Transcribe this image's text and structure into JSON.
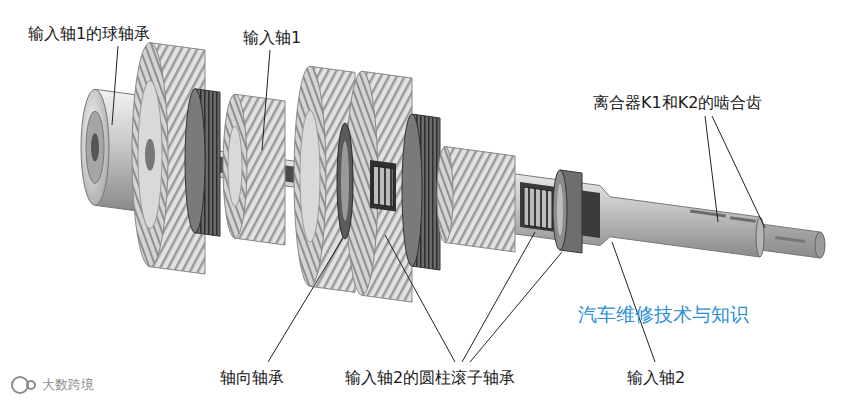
{
  "diagram": {
    "labels": [
      "输入轴1的球轴承",
      "输入轴1",
      "离合器K1和K2的啮合齿",
      "汽车维修技术与知识",
      "轴向轴承",
      "输入轴2的圆柱滚子轴承",
      "输入轴2",
      "大数跨境"
    ]
  }
}
